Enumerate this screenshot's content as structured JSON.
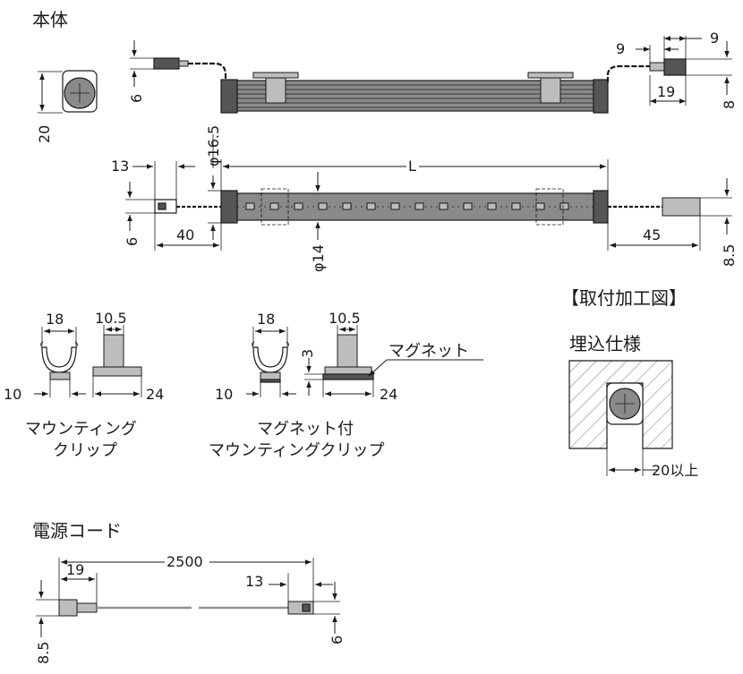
{
  "sections": {
    "main_body": "本体",
    "mounting_diagram": "【取付加工図】",
    "recessed_spec": "埋込仕様",
    "power_cord": "電源コード"
  },
  "labels": {
    "magnet": "マグネット",
    "clip_caption_1": "マウンティング",
    "clip_caption_2": "クリップ",
    "mag_clip_caption_1": "マグネット付",
    "mag_clip_caption_2": "マウンティングクリップ"
  },
  "dimensions": {
    "body_height": "20",
    "lead_6": "6",
    "conn_9a": "9",
    "conn_9b": "9",
    "conn_19": "19",
    "conn_8": "8",
    "dia_16_5": "φ16.5",
    "lead_13": "13",
    "length_L": "L",
    "plan_6": "6",
    "plan_40": "40",
    "dia_14": "φ14",
    "plan_45": "45",
    "plan_8_5": "8.5",
    "clip_18": "18",
    "clip_10_5": "10.5",
    "clip_10": "10",
    "clip_24": "24",
    "mclip_18": "18",
    "mclip_10_5": "10.5",
    "mclip_3": "3",
    "mclip_10": "10",
    "mclip_24": "24",
    "recess_20": "20以上",
    "cord_2500": "2500",
    "cord_19": "19",
    "cord_13": "13",
    "cord_8_5": "8.5",
    "cord_6": "6"
  }
}
